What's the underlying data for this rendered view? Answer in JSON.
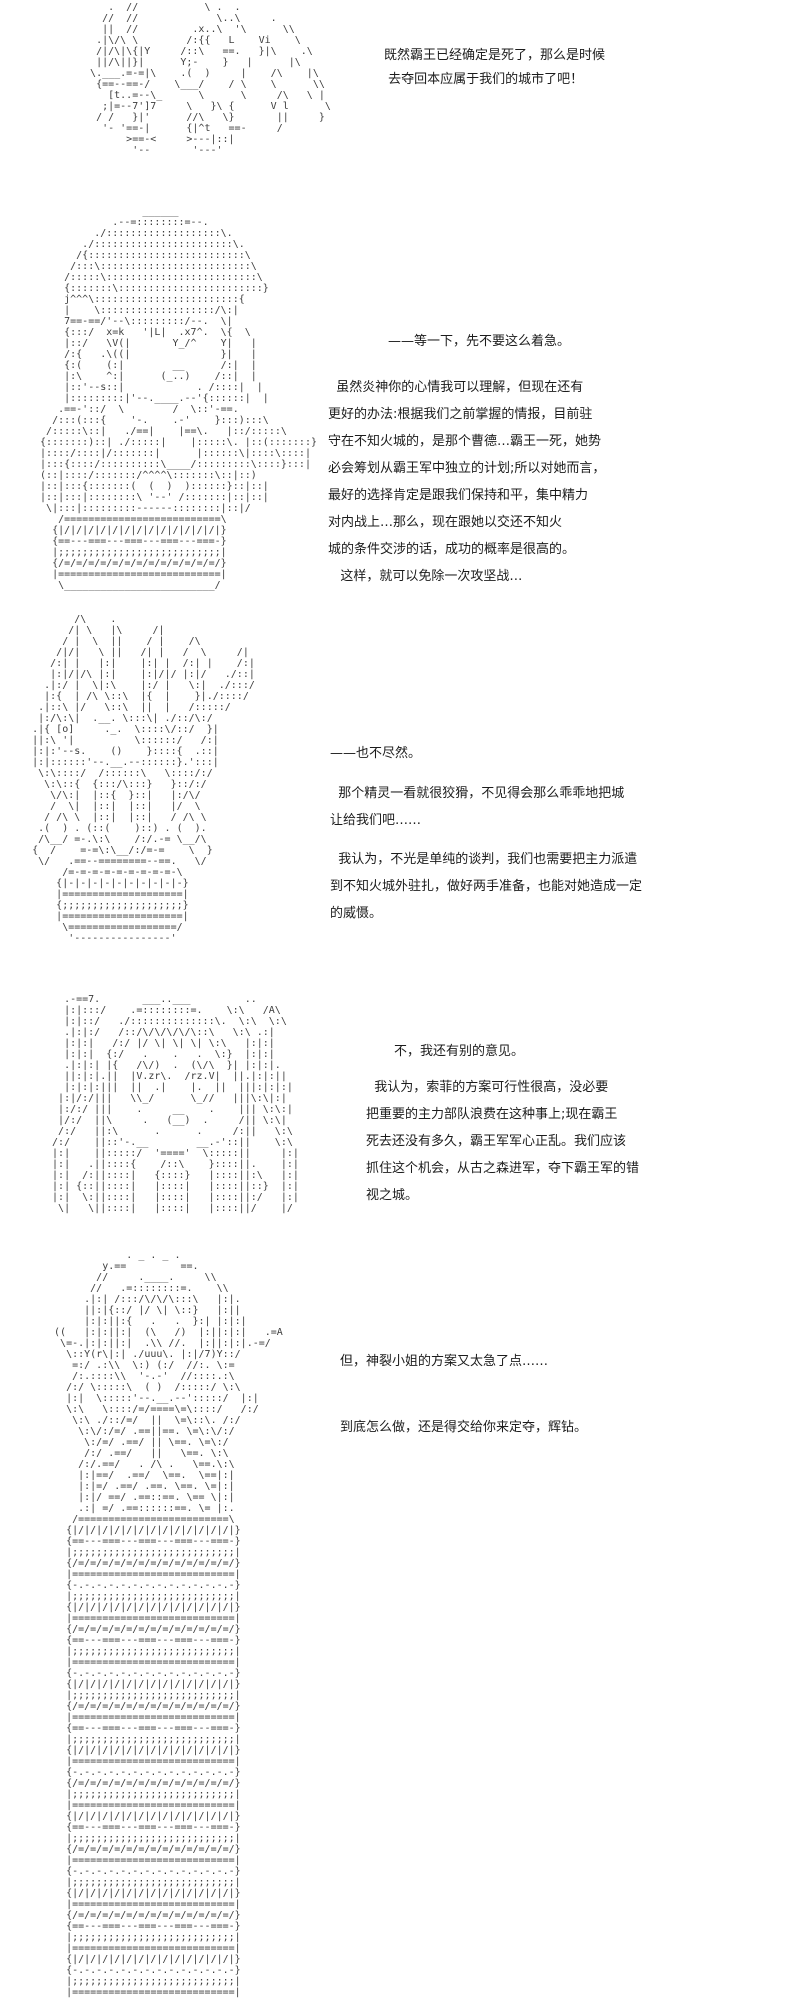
{
  "colors": {
    "background": "#ffffff",
    "text": "#1c1c1c",
    "art": "#3d3d3d"
  },
  "panels": [
    {
      "art": [
        "      .  //           \\ .  .",
        "     //  //             \\..\\     .",
        "     ||  //         .x..\\  '\\      \\\\",
        "    .|\\/\\ \\        /:{{   L    Vi    \\",
        "    /|/\\|\\{|Y     /::\\   ==.   }|\\    .\\",
        "    ||/\\||}|      Y;-    }   |      |\\",
        "   \\.___.=-=|\\    .(  )     |    /\\    |\\",
        "    {==--==-/    \\___/    / \\    \\      \\\\",
        "      [t..=--\\_      \\      \\     /\\   \\ |",
        "     ;|=--7']7     \\   }\\ {      V l      \\",
        "    / /   }|'      //\\   \\}       ||     }",
        "     '- '==-|      {|^t   ==-     /",
        "         >==-<     >---|::|",
        "          '--       '---'"
      ],
      "dialogue": [
        [
          "既然霸王已经确定是死了，那么是时候",
          " 去夺回本应属于我们的城市了吧！"
        ]
      ]
    },
    {
      "art": [
        "                   ______",
        "              .--=::::::::=--.",
        "           ./:::::::::::::::::::\\.",
        "         ./:::::::::::::::::::::::\\.",
        "        /{::::::::::::::::::::::::::\\",
        "       /:::\\:::::::::::::::::::::::::\\",
        "      /:::::\\:::::::::::::::::::::::::\\",
        "      {:::::::\\::::::::::::::::::::::::}",
        "      j^^^\\::::::::::::::::::::::::{",
        "      |    \\:::::::::::::::::::/\\:|",
        "      7==-==/'--\\:::::::::/--.  \\|",
        "      {:::/  x=k   '|L|  .x7^.  \\{  \\",
        "      |::/   \\V(|       Y_/^    Y|   |",
        "      /:{   .\\((|               }|   |",
        "      {:(    (:|        __      /:|  |",
        "      |:\\    ^:|      (_..)    /::|  |",
        "      |::'--s::|            . /::::|  |",
        "      |:::::::::|'--.____.--'{::::::|  |",
        "     .==-'::/  \\        /  \\::'-==.",
        "    /:::(:::{    '-.    .-'    }:::):::\\",
        "   /:::::\\::|   ./==|    |==\\.   |::/:::::\\",
        "  {:::::::)::| ./:::::|    |:::::\\. |::(:::::::}",
        "  |::::/::::|/:::::::|      |::::::\\|::::\\::::|",
        "  |:::{::::/::::::::::\\____/:::::::::\\::::}:::|",
        "  (::|::::/:::::::/^^^^\\:::::::\\::|::)",
        "  |::|:::{:::::::(  (  )  )::::::}::|::|",
        "  |::|:::|::::::::\\ '--' /:::::::|::|::|",
        "   \\|:::|:::::::::------::::::::|::|/",
        "     /==========================\\",
        "    {|/|/|/|/|/|/|/|/|/|/|/|/|/|}",
        "    {==---===---===---===---===-}",
        "    |;;;;;;;;;;;;;;;;;;;;;;;;;;;|",
        "    {/=/=/=/=/=/=/=/=/=/=/=/=/=/}",
        "    |===========================|",
        "     \\_________________________/"
      ],
      "dialogue": [
        [
          "——等一下，先不要这么着急。"
        ],
        [
          "  虽然炎神你的心情我可以理解，但现在还有",
          "更好的办法:根据我们之前掌握的情报，目前驻",
          "守在不知火城的，是那个曹德…霸王一死，她势",
          "必会筹划从霸王军中独立的计划;所以对她而言，",
          "最好的选择肯定是跟我们保持和平，集中精力",
          "对内战上…那么，现在跟她以交还不知火",
          "城的条件交涉的话，成功的概率是很高的。",
          "   这样，就可以免除一次攻坚战…"
        ]
      ]
    },
    {
      "art": [
        "            /\\    .",
        "           /| \\   |\\     /|",
        "          / |  \\  ||    / |    /\\",
        "         /|/|   \\ ||   /| |   /  \\     /|",
        "        /:| |   |:|    |:| |  /:| |    /:|",
        "        |:|/|/\\ |:|    |:|/|/ |:|/   ./::|",
        "       .|:/ |  \\|:\\    |:/ |   \\:|  ./:::/",
        "       |:{  | /\\ \\::\\  |{  |    }|./::::/",
        "      .|::\\ |/   \\::\\  ||  |   /:::::/",
        "      |:/\\:\\|  .__. \\:::\\| ./::/\\:/",
        "     .|{ [o]     ._.  \\::::\\/::/  }|",
        "     ||:\\ '|          \\::::::/   /:|",
        "     |:|:'--s.    ()    }::::{  .::|",
        "     |:|::::::'--.__.--::::::}.':::|",
        "      \\:\\::::/  /::::::\\   \\::::/:/",
        "       \\:\\::{  {:::/\\:::}   }::/:/",
        "        \\/\\:|  |::{  }::|   |:/\\/",
        "        /  \\|  |::|  |::|   |/  \\",
        "       / /\\ \\  |::|  |::|   / /\\ \\",
        "      .(  ) . (::(    )::) . (  ).",
        "      /\\__/ =-.\\:\\    /:/.-= \\__/\\",
        "     {  /    =-=\\:\\__/:/=-=    \\  }",
        "      \\/   .==--========--==.   \\/",
        "          /=-=-=-=-=-=-=-=-=-\\",
        "         {|-|-|-|-|-|-|-|-|-|-}",
        "         |====================|",
        "         {;;;;;;;;;;;;;;;;;;;;}",
        "         |====================|",
        "          \\==================/",
        "           '----------------'"
      ],
      "dialogue": [
        [
          "——也不尽然。"
        ],
        [
          "  那个精灵一看就很狡猾，不见得会那么乖乖地把城",
          "让给我们吧……"
        ],
        [
          "  我认为，不光是单纯的谈判，我们也需要把主力派遣",
          "到不知火城外驻扎，做好两手准备，也能对她造成一定",
          "的威慑。"
        ]
      ]
    },
    {
      "art": [
        "    .-==7.       ___..___         ..",
        "    |:|:::/    .=::::::::=.    \\:\\   /A\\",
        "    |:|::/   ./::::::::::::::\\.  \\:\\  \\:\\",
        "    .|:|:/   /::/\\/\\/\\/\\/\\::\\   \\:\\ .:|",
        "    |:|:|   /:/ |/ \\| \\| \\| \\:\\   |:|:|",
        "    |:|:|  {:/   .    .   .  \\:}  |:|:|",
        "    .|:|:| |{   /\\/)  .  (\\/\\  }| |:|:|.",
        "    ||:|:|.||  |V.zr\\.  /rz.V|  ||.|:|:||",
        "    |:|:|:|||  ||  .|    |.  ||  |||:|:|:|",
        "   |:|/:/|||   \\\\_/      \\_//   |||\\:\\|:|",
        "   |:/:/ |||    .     __    .    ||| \\:\\:|",
        "   |/:/  ||\\     .   (__)  .     /|| \\:\\|",
        "   /:/   ||:\\      .      .     /:||   \\:\\",
        "  /:/    ||::'-.__        __.-'::||    \\:\\",
        "  |:|    ||:::::/  '===='  \\:::::||     |:|",
        "  |:|   .||::::{    /::\\    }::::||.    |:|",
        "  |:|  /:||::::|   {::::}   |::::||:\\   |:|",
        "  |:| {::||::::|   |::::|   |::::||::}  |:|",
        "  |:|  \\:||::::|   |::::|   |::::||:/   |:|",
        "   \\|   \\||::::|   |::::|   |::::||/    |/"
      ],
      "dialogue": [
        [
          "不，我还有别的意见。"
        ],
        [
          "  我认为，索菲的方案可行性很高，没必要",
          "把重要的主力部队浪费在这种事上;现在霸王",
          "死去还没有多久，霸王军军心正乱。我们应该",
          "抓住这个机会，从古之森进军，夺下霸王军的错",
          "视之城。"
        ]
      ]
    },
    {
      "art": [
        "              . _ . _ .",
        "          y.==         ==.",
        "         //     .____.     \\\\",
        "        //   .=::::::::=.    \\\\",
        "       .|:| /:::/\\/\\/\\:::\\   |:|.",
        "       ||:|{::/ |/ \\| \\::}   |:||",
        "       |:|:||:{   .   .  }:| |:|:|",
        "  ((   |:|:||:|  (\\   /)  |:||:|:|   .=A",
        "   \\=-.|:|:||:|  .\\\\ //.  |:||:|:|.-=/",
        "    \\::Y(r\\|:| ./uuu\\. |:|/7)Y::/",
        "     =:/ .:\\\\  \\:) (:/  //:. \\:=",
        "     /:.::::\\\\  '-.-'  //::::.:\\",
        "    /:/ \\:::::\\  ( )  /:::::/ \\:\\",
        "    |:|  \\:::::'--.__.--':::::/  |:|",
        "    \\:\\   \\::::/=/====\\=\\::::/   /:/",
        "     \\:\\ ./::/=/  ||  \\=\\::\\. /:/",
        "      \\:\\/:/=/ .==||==. \\=\\:\\/:/",
        "       \\:/=/ .==/ || \\==. \\=\\:/",
        "       /:/ .==/   ||   \\==. \\:\\",
        "      /:/.==/   . /\\ .   \\==.\\:\\",
        "      |:|==/  .==/  \\==.  \\==|:|",
        "      |:|=/ .==/ .==. \\==. \\=|:|",
        "      |:|/ ==/ .==::==. \\== \\|:|",
        "      .:| =/ .==::::::==. \\= |:.",
        "     /=========================\\",
        "    {|/|/|/|/|/|/|/|/|/|/|/|/|/|}",
        "    {==---===---===---===---===-}",
        "    |;;;;;;;;;;;;;;;;;;;;;;;;;;;|",
        "    {/=/=/=/=/=/=/=/=/=/=/=/=/=/}",
        "    |===========================|",
        "    {-.-.-.-.-.-.-.-.-.-.-.-.-.-}",
        "    |;;;;;;;;;;;;;;;;;;;;;;;;;;;|",
        "    {|/|/|/|/|/|/|/|/|/|/|/|/|/|}",
        "    |===========================|",
        "    {/=/=/=/=/=/=/=/=/=/=/=/=/=/}",
        "    {==---===---===---===---===-}",
        "    |;;;;;;;;;;;;;;;;;;;;;;;;;;;|",
        "    |===========================|",
        "    {-.-.-.-.-.-.-.-.-.-.-.-.-.-}",
        "    {|/|/|/|/|/|/|/|/|/|/|/|/|/|}",
        "    |;;;;;;;;;;;;;;;;;;;;;;;;;;;|",
        "    {/=/=/=/=/=/=/=/=/=/=/=/=/=/}",
        "    |===========================|",
        "    {==---===---===---===---===-}",
        "    |;;;;;;;;;;;;;;;;;;;;;;;;;;;|",
        "    {|/|/|/|/|/|/|/|/|/|/|/|/|/|}",
        "    |===========================|",
        "    {-.-.-.-.-.-.-.-.-.-.-.-.-.-}",
        "    {/=/=/=/=/=/=/=/=/=/=/=/=/=/}",
        "    |;;;;;;;;;;;;;;;;;;;;;;;;;;;|",
        "    |===========================|",
        "    {|/|/|/|/|/|/|/|/|/|/|/|/|/|}",
        "    {==---===---===---===---===-}",
        "    |;;;;;;;;;;;;;;;;;;;;;;;;;;;|",
        "    {/=/=/=/=/=/=/=/=/=/=/=/=/=/}",
        "    |===========================|",
        "    {-.-.-.-.-.-.-.-.-.-.-.-.-.-}",
        "    |;;;;;;;;;;;;;;;;;;;;;;;;;;;|",
        "    {|/|/|/|/|/|/|/|/|/|/|/|/|/|}",
        "    |===========================|",
        "    {/=/=/=/=/=/=/=/=/=/=/=/=/=/}",
        "    {==---===---===---===---===-}",
        "    |;;;;;;;;;;;;;;;;;;;;;;;;;;;|",
        "    |===========================|",
        "    {|/|/|/|/|/|/|/|/|/|/|/|/|/|}",
        "    {-.-.-.-.-.-.-.-.-.-.-.-.-.-}",
        "    |;;;;;;;;;;;;;;;;;;;;;;;;;;;|",
        "    |===========================|"
      ],
      "dialogue": [
        [
          "但，神裂小姐的方案又太急了点……"
        ],
        [
          "到底怎么做，还是得交给你来定夺，辉钻。"
        ]
      ]
    }
  ]
}
